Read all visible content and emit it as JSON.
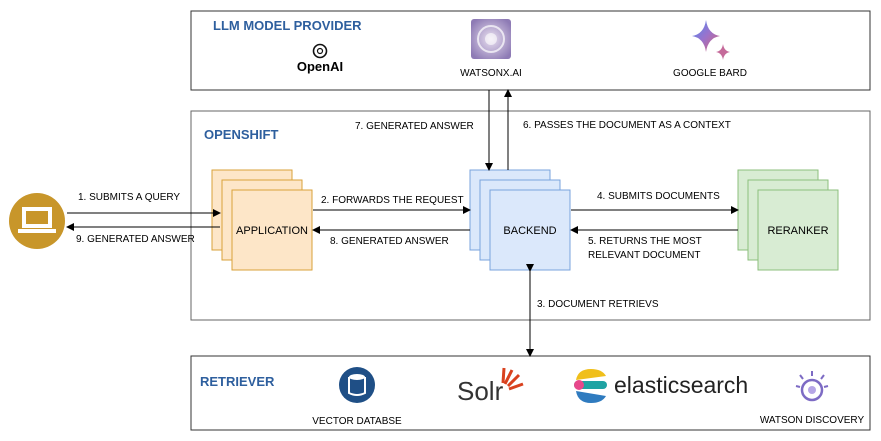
{
  "sections": {
    "llm": {
      "title": "LLM MODEL PROVIDER"
    },
    "openshift": {
      "title": "OPENSHIFT"
    },
    "retriever": {
      "title": "RETRIEVER"
    }
  },
  "providers": {
    "openai": "OpenAI",
    "watsonx": "WATSONX.AI",
    "bard": "GOOGLE BARD"
  },
  "components": {
    "application": "APPLICATION",
    "backend": "BACKEND",
    "reranker": "RERANKER"
  },
  "retrievers": {
    "vector_db": "VECTOR DATABSE",
    "solr": "Solr",
    "elastic": "elasticsearch",
    "watson_discovery": "WATSON DISCOVERY"
  },
  "steps": {
    "s1": "1. SUBMITS A QUERY",
    "s2": "2. FORWARDS THE REQUEST",
    "s3": "3. DOCUMENT RETRIEVS",
    "s4": "4. SUBMITS DOCUMENTS",
    "s5a": "5. RETURNS THE MOST",
    "s5b": "RELEVANT DOCUMENT",
    "s6": "6. PASSES THE DOCUMENT AS A CONTEXT",
    "s7": "7. GENERATED ANSWER",
    "s8": "8. GENERATED ANSWER",
    "s9": "9. GENERATED ANSWER"
  },
  "colors": {
    "section_title": "#2e5f9e",
    "app_fill": "#fde6c8",
    "app_stroke": "#d9a23a",
    "backend_fill": "#dbe8fb",
    "backend_stroke": "#7aa3dd",
    "reranker_fill": "#d8ecd3",
    "reranker_stroke": "#8cbf7e",
    "user_icon": "#c8962a"
  }
}
